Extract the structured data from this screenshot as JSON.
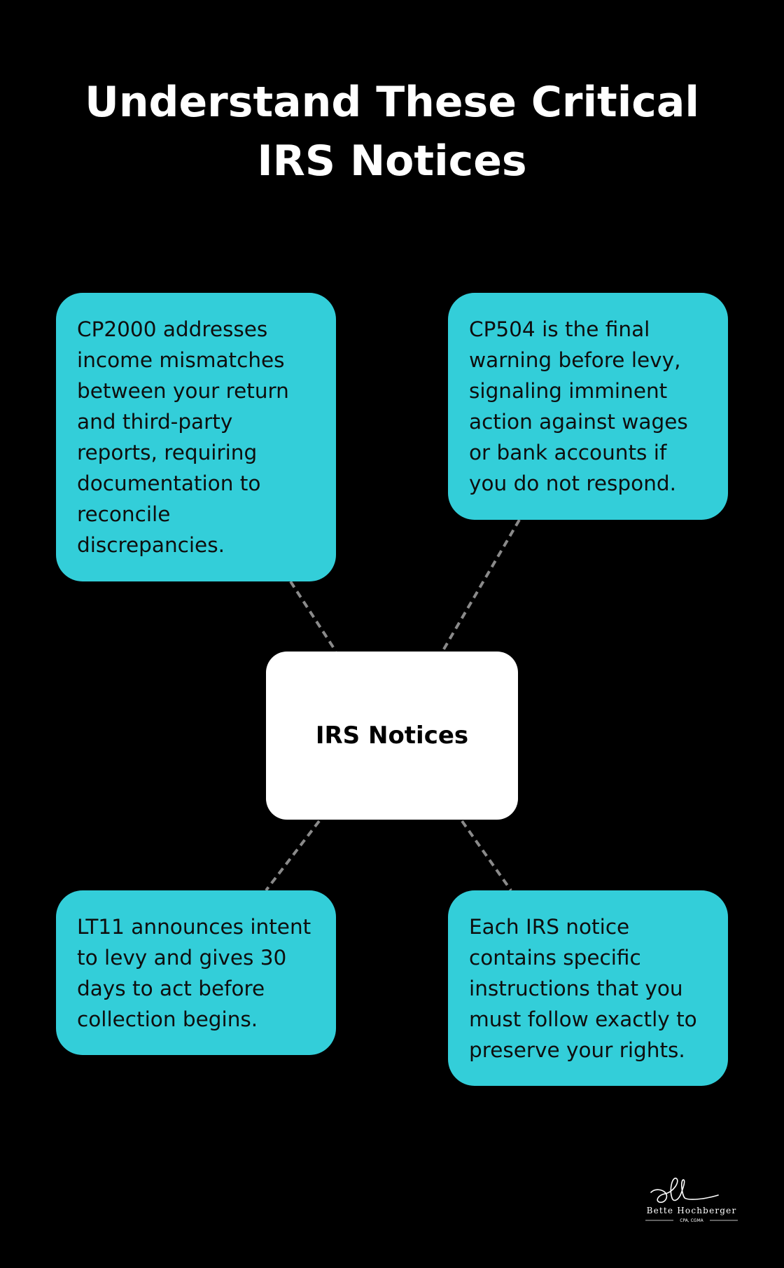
{
  "title": "Understand These Critical IRS Notices",
  "colors": {
    "background": "#000000",
    "card_fill": "#33ced9",
    "center_fill": "#ffffff",
    "connector": "#8a8a8a",
    "title_text": "#ffffff"
  },
  "center": {
    "label": "IRS Notices"
  },
  "nodes": [
    {
      "text": "CP2000 addresses income mismatches between your return and third-party reports, requiring documentation to reconcile discrepancies."
    },
    {
      "text": "CP504 is the final warning before levy, signaling imminent action against wages or bank accounts if you do not respond."
    },
    {
      "text": "LT11 announces intent to levy and gives 30 days to act before collection begins."
    },
    {
      "text": "Each IRS notice contains specific instructions that you must follow exactly to preserve your rights."
    }
  ],
  "logo": {
    "monogram": "BH",
    "name": "Bette Hochberger",
    "credentials": "CPA, CGMA"
  }
}
